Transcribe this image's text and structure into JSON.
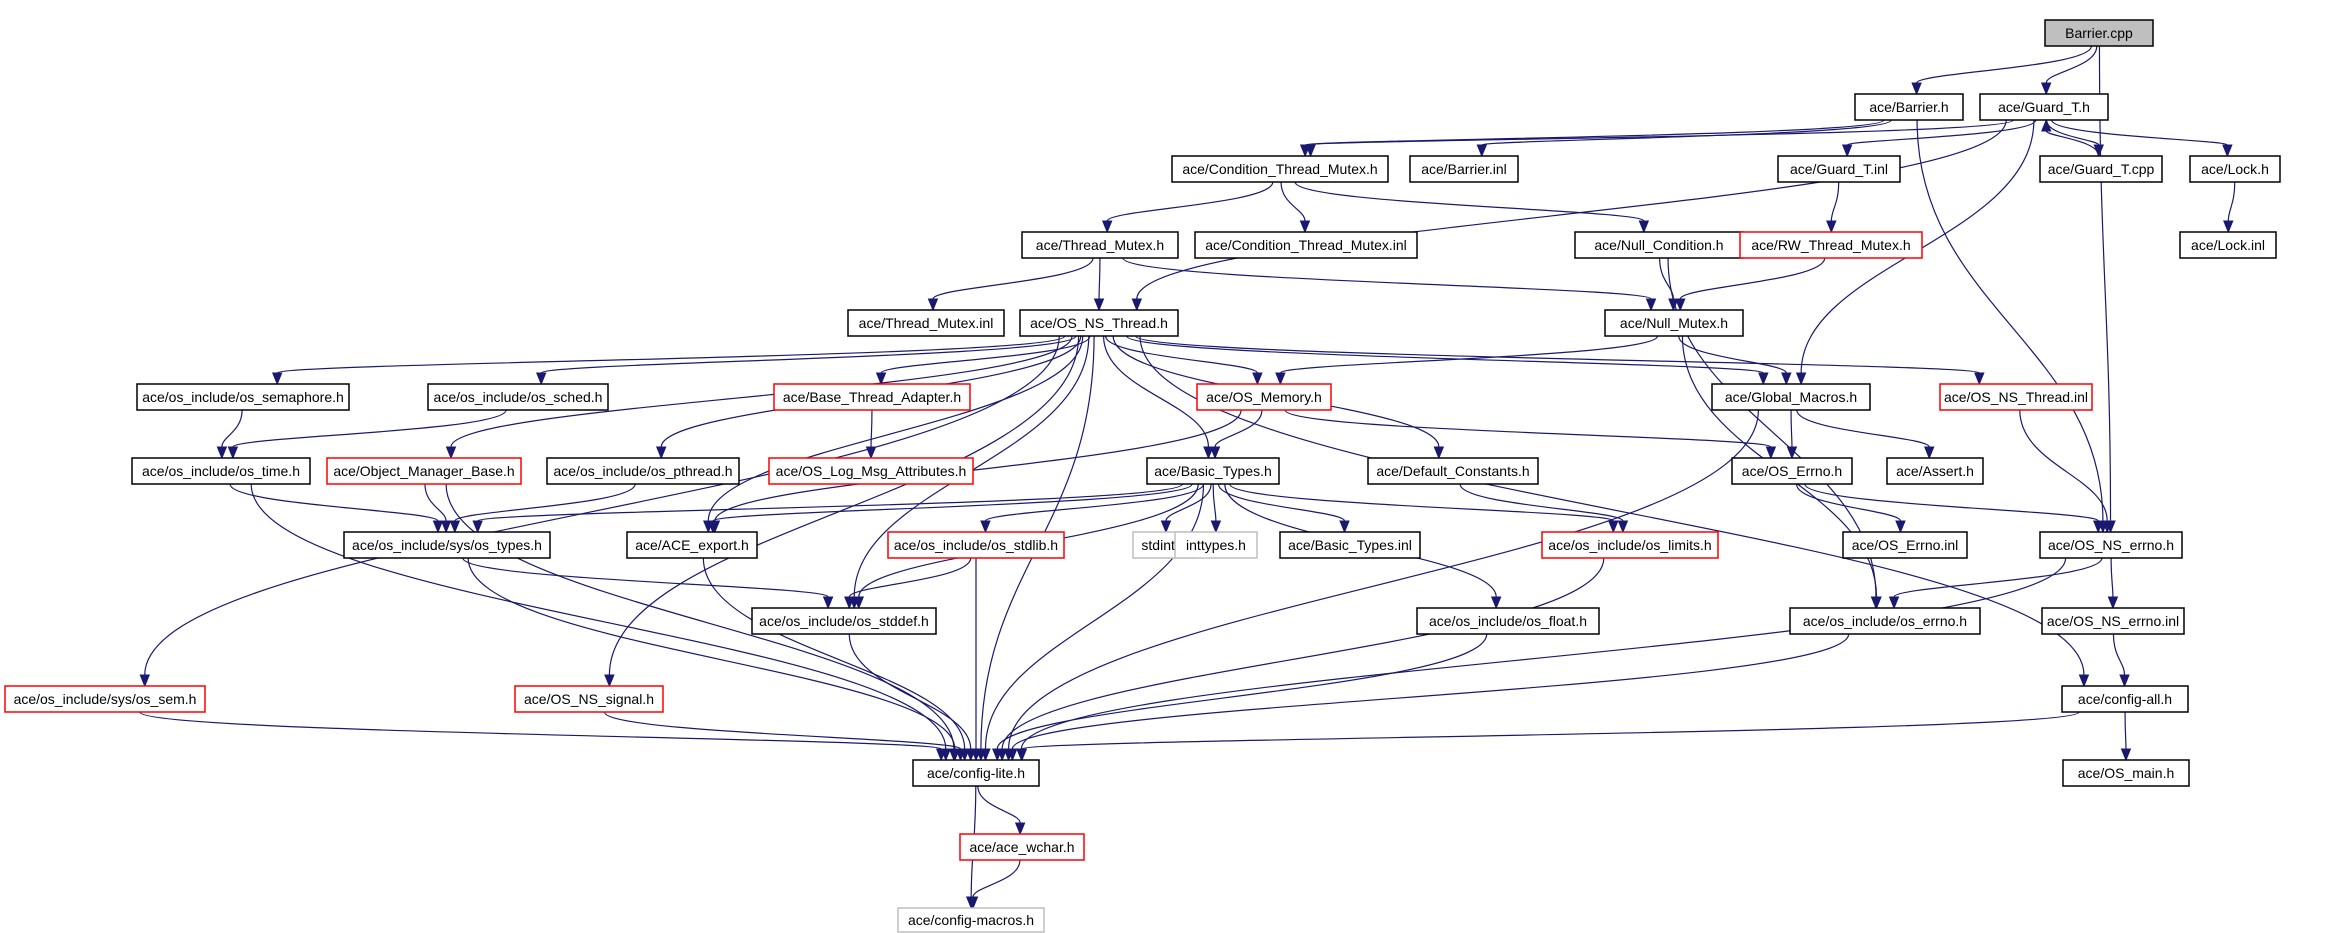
{
  "colors": {
    "edge": "#191970",
    "border_normal": "#000000",
    "border_red": "#ff0000",
    "border_gray": "#bfbfbf",
    "fill_normal": "#ffffff",
    "fill_root": "#bfbfbf"
  },
  "nodes": [
    {
      "id": "barrier_cpp",
      "label": "Barrier.cpp",
      "style": "root"
    },
    {
      "id": "barrier_h",
      "label": "ace/Barrier.h",
      "style": "normal"
    },
    {
      "id": "guard_t_h",
      "label": "ace/Guard_T.h",
      "style": "normal"
    },
    {
      "id": "cond_thread_mutex_h",
      "label": "ace/Condition_Thread_Mutex.h",
      "style": "normal"
    },
    {
      "id": "barrier_inl",
      "label": "ace/Barrier.inl",
      "style": "normal"
    },
    {
      "id": "guard_t_inl",
      "label": "ace/Guard_T.inl",
      "style": "normal"
    },
    {
      "id": "guard_t_cpp",
      "label": "ace/Guard_T.cpp",
      "style": "normal"
    },
    {
      "id": "lock_h",
      "label": "ace/Lock.h",
      "style": "normal"
    },
    {
      "id": "thread_mutex_h",
      "label": "ace/Thread_Mutex.h",
      "style": "normal"
    },
    {
      "id": "cond_thread_mutex_inl",
      "label": "ace/Condition_Thread_Mutex.inl",
      "style": "normal"
    },
    {
      "id": "null_condition_h",
      "label": "ace/Null_Condition.h",
      "style": "normal"
    },
    {
      "id": "rw_thread_mutex_h",
      "label": "ace/RW_Thread_Mutex.h",
      "style": "red"
    },
    {
      "id": "lock_inl",
      "label": "ace/Lock.inl",
      "style": "normal"
    },
    {
      "id": "thread_mutex_inl",
      "label": "ace/Thread_Mutex.inl",
      "style": "normal"
    },
    {
      "id": "os_ns_thread_h",
      "label": "ace/OS_NS_Thread.h",
      "style": "normal"
    },
    {
      "id": "null_mutex_h",
      "label": "ace/Null_Mutex.h",
      "style": "normal"
    },
    {
      "id": "os_semaphore_h",
      "label": "ace/os_include/os_semaphore.h",
      "style": "normal"
    },
    {
      "id": "os_sched_h",
      "label": "ace/os_include/os_sched.h",
      "style": "normal"
    },
    {
      "id": "base_thread_adapter_h",
      "label": "ace/Base_Thread_Adapter.h",
      "style": "red"
    },
    {
      "id": "os_memory_h",
      "label": "ace/OS_Memory.h",
      "style": "red"
    },
    {
      "id": "global_macros_h",
      "label": "ace/Global_Macros.h",
      "style": "normal"
    },
    {
      "id": "os_ns_thread_inl",
      "label": "ace/OS_NS_Thread.inl",
      "style": "red"
    },
    {
      "id": "os_time_h",
      "label": "ace/os_include/os_time.h",
      "style": "normal"
    },
    {
      "id": "object_manager_base_h",
      "label": "ace/Object_Manager_Base.h",
      "style": "red"
    },
    {
      "id": "os_pthread_h",
      "label": "ace/os_include/os_pthread.h",
      "style": "normal"
    },
    {
      "id": "os_log_msg_attr_h",
      "label": "ace/OS_Log_Msg_Attributes.h",
      "style": "red"
    },
    {
      "id": "basic_types_h",
      "label": "ace/Basic_Types.h",
      "style": "normal"
    },
    {
      "id": "default_constants_h",
      "label": "ace/Default_Constants.h",
      "style": "normal"
    },
    {
      "id": "os_errno_h",
      "label": "ace/OS_Errno.h",
      "style": "normal"
    },
    {
      "id": "assert_h",
      "label": "ace/Assert.h",
      "style": "normal"
    },
    {
      "id": "sys_os_types_h",
      "label": "ace/os_include/sys/os_types.h",
      "style": "normal"
    },
    {
      "id": "ace_export_h",
      "label": "ace/ACE_export.h",
      "style": "normal"
    },
    {
      "id": "os_stdlib_h",
      "label": "ace/os_include/os_stdlib.h",
      "style": "red"
    },
    {
      "id": "stdint_h",
      "label": "stdint.h",
      "style": "gray"
    },
    {
      "id": "inttypes_h",
      "label": "inttypes.h",
      "style": "gray"
    },
    {
      "id": "basic_types_inl",
      "label": "ace/Basic_Types.inl",
      "style": "normal"
    },
    {
      "id": "os_limits_h",
      "label": "ace/os_include/os_limits.h",
      "style": "red"
    },
    {
      "id": "os_errno_inl",
      "label": "ace/OS_Errno.inl",
      "style": "normal"
    },
    {
      "id": "os_ns_errno_h",
      "label": "ace/OS_NS_errno.h",
      "style": "normal"
    },
    {
      "id": "os_stddef_h",
      "label": "ace/os_include/os_stddef.h",
      "style": "normal"
    },
    {
      "id": "os_float_h",
      "label": "ace/os_include/os_float.h",
      "style": "normal"
    },
    {
      "id": "os_include_errno_h",
      "label": "ace/os_include/os_errno.h",
      "style": "normal"
    },
    {
      "id": "os_ns_errno_inl",
      "label": "ace/OS_NS_errno.inl",
      "style": "normal"
    },
    {
      "id": "sys_os_sem_h",
      "label": "ace/os_include/sys/os_sem.h",
      "style": "red"
    },
    {
      "id": "os_ns_signal_h",
      "label": "ace/OS_NS_signal.h",
      "style": "red"
    },
    {
      "id": "config_all_h",
      "label": "ace/config-all.h",
      "style": "normal"
    },
    {
      "id": "config_lite_h",
      "label": "ace/config-lite.h",
      "style": "normal"
    },
    {
      "id": "os_main_h",
      "label": "ace/OS_main.h",
      "style": "normal"
    },
    {
      "id": "ace_wchar_h",
      "label": "ace/ace_wchar.h",
      "style": "red"
    },
    {
      "id": "config_macros_h",
      "label": "ace/config-macros.h",
      "style": "gray"
    }
  ],
  "edges": [
    [
      "barrier_cpp",
      "barrier_h"
    ],
    [
      "barrier_cpp",
      "guard_t_h"
    ],
    [
      "barrier_cpp",
      "os_ns_errno_h"
    ],
    [
      "barrier_h",
      "cond_thread_mutex_h"
    ],
    [
      "barrier_h",
      "barrier_inl"
    ],
    [
      "barrier_h",
      "os_ns_errno_h"
    ],
    [
      "guard_t_h",
      "cond_thread_mutex_h"
    ],
    [
      "guard_t_h",
      "guard_t_inl"
    ],
    [
      "guard_t_h",
      "guard_t_cpp"
    ],
    [
      "guard_t_cpp",
      "guard_t_h"
    ],
    [
      "guard_t_h",
      "lock_h"
    ],
    [
      "guard_t_h",
      "os_ns_thread_h"
    ],
    [
      "guard_t_h",
      "global_macros_h"
    ],
    [
      "cond_thread_mutex_h",
      "thread_mutex_h"
    ],
    [
      "cond_thread_mutex_h",
      "cond_thread_mutex_inl"
    ],
    [
      "cond_thread_mutex_h",
      "null_condition_h"
    ],
    [
      "guard_t_inl",
      "rw_thread_mutex_h"
    ],
    [
      "lock_h",
      "lock_inl"
    ],
    [
      "thread_mutex_h",
      "thread_mutex_inl"
    ],
    [
      "thread_mutex_h",
      "os_ns_thread_h"
    ],
    [
      "thread_mutex_h",
      "null_mutex_h"
    ],
    [
      "null_condition_h",
      "null_mutex_h"
    ],
    [
      "null_condition_h",
      "os_include_errno_h"
    ],
    [
      "rw_thread_mutex_h",
      "null_mutex_h"
    ],
    [
      "null_mutex_h",
      "os_memory_h"
    ],
    [
      "null_mutex_h",
      "global_macros_h"
    ],
    [
      "null_mutex_h",
      "os_include_errno_h"
    ],
    [
      "os_ns_thread_h",
      "os_semaphore_h"
    ],
    [
      "os_ns_thread_h",
      "os_sched_h"
    ],
    [
      "os_ns_thread_h",
      "base_thread_adapter_h"
    ],
    [
      "os_ns_thread_h",
      "os_memory_h"
    ],
    [
      "os_ns_thread_h",
      "global_macros_h"
    ],
    [
      "os_ns_thread_h",
      "os_ns_thread_inl"
    ],
    [
      "os_ns_thread_h",
      "object_manager_base_h"
    ],
    [
      "os_ns_thread_h",
      "os_pthread_h"
    ],
    [
      "os_ns_thread_h",
      "basic_types_h"
    ],
    [
      "os_ns_thread_h",
      "default_constants_h"
    ],
    [
      "os_ns_thread_h",
      "sys_os_sem_h"
    ],
    [
      "os_ns_thread_h",
      "ace_export_h"
    ],
    [
      "os_ns_thread_h",
      "os_ns_signal_h"
    ],
    [
      "os_ns_thread_h",
      "os_stddef_h"
    ],
    [
      "os_ns_thread_h",
      "config_lite_h"
    ],
    [
      "os_ns_thread_h",
      "config_all_h"
    ],
    [
      "os_semaphore_h",
      "os_time_h"
    ],
    [
      "os_sched_h",
      "os_time_h"
    ],
    [
      "os_time_h",
      "sys_os_types_h"
    ],
    [
      "os_time_h",
      "config_lite_h"
    ],
    [
      "object_manager_base_h",
      "sys_os_types_h"
    ],
    [
      "object_manager_base_h",
      "config_lite_h"
    ],
    [
      "os_pthread_h",
      "sys_os_types_h"
    ],
    [
      "base_thread_adapter_h",
      "os_log_msg_attr_h"
    ],
    [
      "os_memory_h",
      "basic_types_h"
    ],
    [
      "os_memory_h",
      "os_errno_h"
    ],
    [
      "os_memory_h",
      "ace_export_h"
    ],
    [
      "global_macros_h",
      "os_errno_h"
    ],
    [
      "global_macros_h",
      "assert_h"
    ],
    [
      "global_macros_h",
      "config_lite_h"
    ],
    [
      "os_ns_thread_inl",
      "os_ns_errno_h"
    ],
    [
      "basic_types_h",
      "sys_os_types_h"
    ],
    [
      "basic_types_h",
      "ace_export_h"
    ],
    [
      "basic_types_h",
      "os_stdlib_h"
    ],
    [
      "basic_types_h",
      "stdint_h"
    ],
    [
      "basic_types_h",
      "inttypes_h"
    ],
    [
      "basic_types_h",
      "basic_types_inl"
    ],
    [
      "basic_types_h",
      "os_limits_h"
    ],
    [
      "basic_types_h",
      "os_stddef_h"
    ],
    [
      "basic_types_h",
      "os_float_h"
    ],
    [
      "basic_types_h",
      "config_lite_h"
    ],
    [
      "default_constants_h",
      "os_limits_h"
    ],
    [
      "os_errno_h",
      "os_errno_inl"
    ],
    [
      "os_errno_h",
      "os_ns_errno_h"
    ],
    [
      "sys_os_types_h",
      "os_stddef_h"
    ],
    [
      "sys_os_types_h",
      "config_lite_h"
    ],
    [
      "ace_export_h",
      "config_lite_h"
    ],
    [
      "os_stdlib_h",
      "os_stddef_h"
    ],
    [
      "os_stdlib_h",
      "config_lite_h"
    ],
    [
      "os_limits_h",
      "config_lite_h"
    ],
    [
      "os_ns_errno_h",
      "os_include_errno_h"
    ],
    [
      "os_ns_errno_h",
      "os_ns_errno_inl"
    ],
    [
      "os_ns_errno_h",
      "config_lite_h"
    ],
    [
      "os_stddef_h",
      "config_lite_h"
    ],
    [
      "os_float_h",
      "config_lite_h"
    ],
    [
      "os_include_errno_h",
      "config_lite_h"
    ],
    [
      "os_ns_errno_inl",
      "config_all_h"
    ],
    [
      "sys_os_sem_h",
      "config_lite_h"
    ],
    [
      "os_ns_signal_h",
      "config_lite_h"
    ],
    [
      "config_all_h",
      "config_lite_h"
    ],
    [
      "config_all_h",
      "os_main_h"
    ],
    [
      "config_lite_h",
      "ace_wchar_h"
    ],
    [
      "config_lite_h",
      "config_macros_h"
    ],
    [
      "ace_wchar_h",
      "config_macros_h"
    ]
  ]
}
